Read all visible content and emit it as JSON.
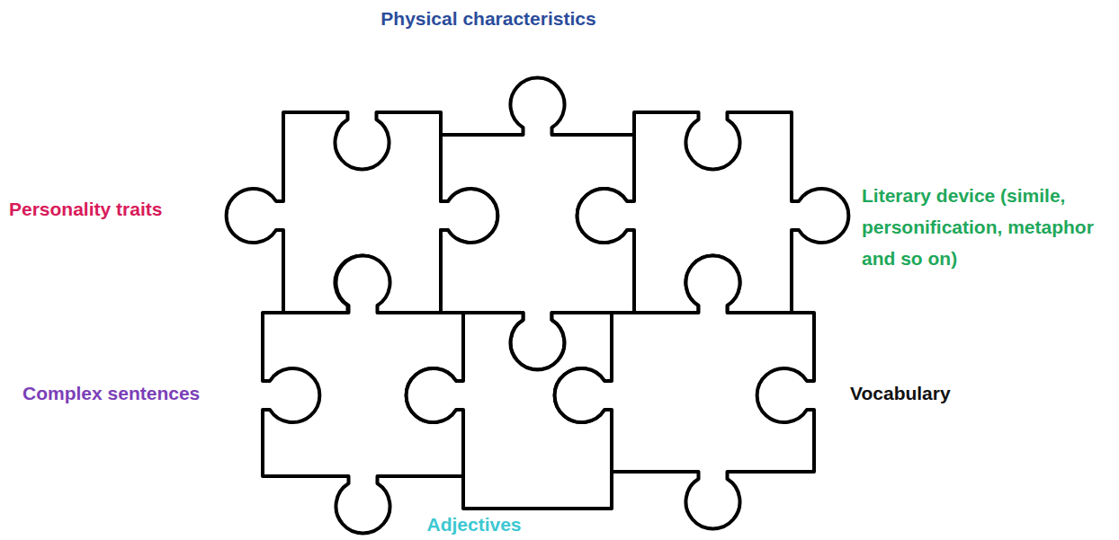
{
  "diagram": {
    "labels": [
      "Physical characteristics",
      "Personality traits",
      "Literary device (simile, personification, metaphor and so on)",
      "Complex sentences",
      "Vocabulary",
      "Adjectives"
    ]
  }
}
